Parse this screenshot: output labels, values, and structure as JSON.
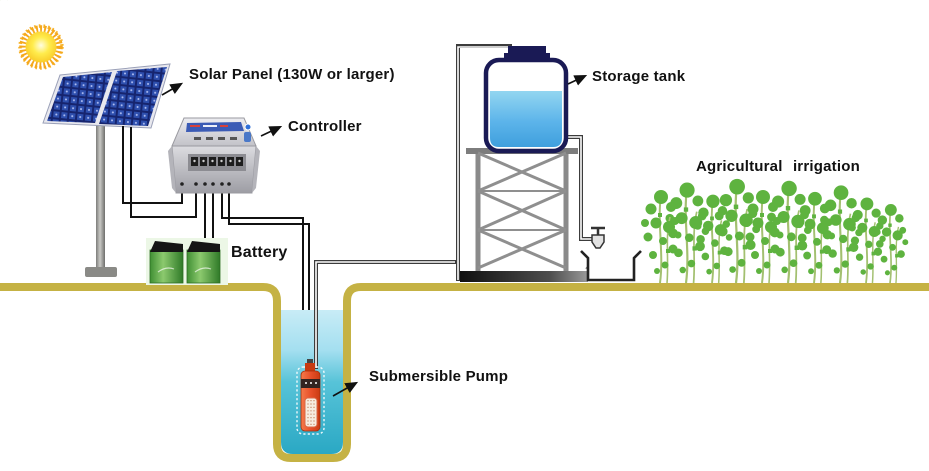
{
  "diagram": {
    "labels": {
      "solar_panel": "Solar Panel (130W or larger)",
      "controller": "Controller",
      "battery": "Battery",
      "storage_tank": "Storage tank",
      "agricultural_irrigation": "Agricultural irrigation",
      "submersible_pump": "Submersible Pump"
    },
    "components": [
      "sun",
      "solar-panel",
      "panel-pole",
      "charge-controller",
      "battery-bank",
      "storage-tank",
      "tank-stand",
      "water-tap",
      "water-basin",
      "well",
      "well-water",
      "submersible-pump",
      "crops",
      "ground",
      "water-pipes",
      "electric-wires"
    ],
    "colors": {
      "panel_cell_blue": "#2e4fae",
      "panel_frame_dark": "#16246e",
      "tank_border_navy": "#1a1a55",
      "tank_water_blue": "#45a7e8",
      "well_water_light": "#a9def0",
      "well_water_deep": "#2aa8c4",
      "ground_khaki": "#c5b244",
      "plant_green": "#5eb33f",
      "battery_green": "#4f9f3a",
      "pump_orange": "#e8512a",
      "sun_core_yellow": "#ffe84a",
      "sun_ray_orange": "#f5a81c",
      "metal_gray": "#8f8f8f",
      "wire_black": "#111111"
    }
  }
}
